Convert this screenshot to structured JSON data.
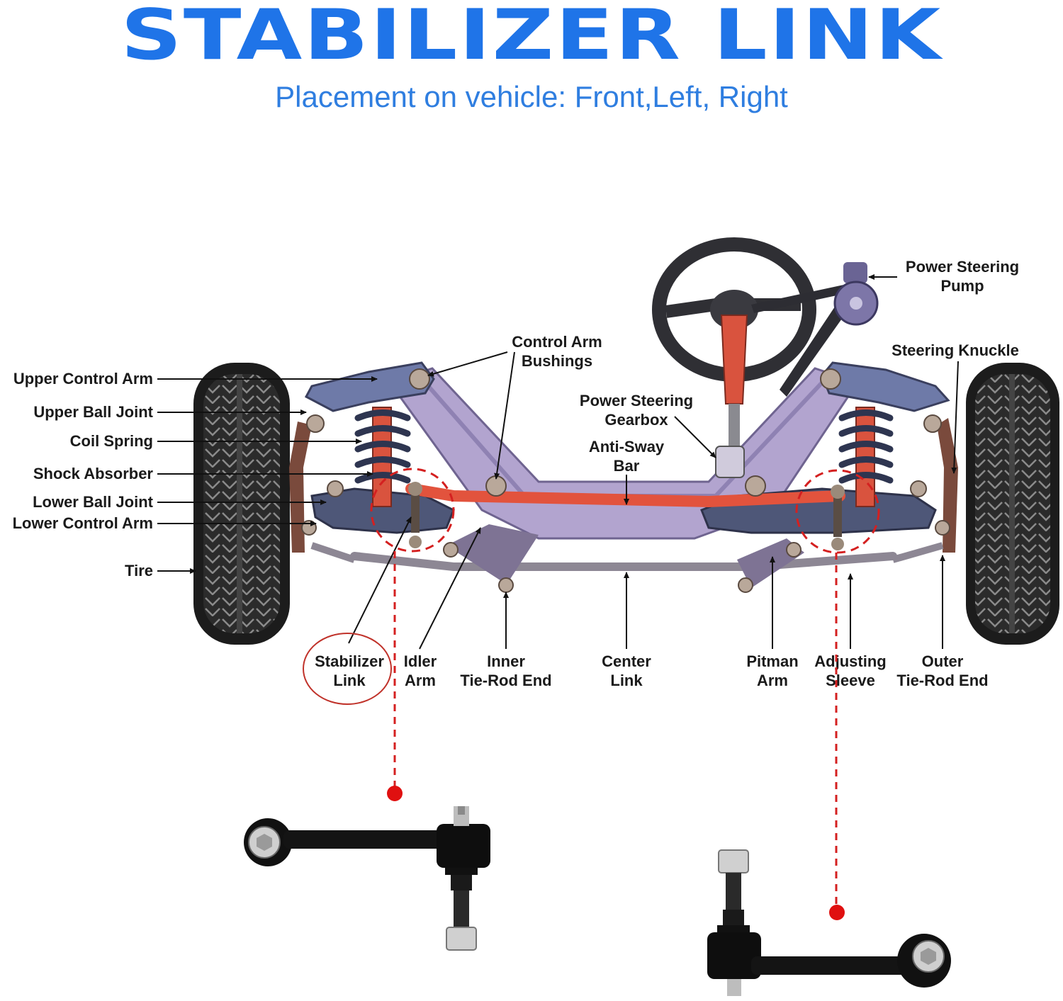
{
  "title": "STABILIZER LINK",
  "subtitle": "Placement on vehicle:  Front,Left, Right",
  "colors": {
    "title": "#1f74e8",
    "subtitle": "#2f7ee0",
    "highlight": "#d42020",
    "frame": "#a898c4",
    "sway_bar": "#e2533d",
    "tire": "#2a2a2a"
  },
  "labels": {
    "upper_control_arm": "Upper Control Arm",
    "upper_ball_joint": "Upper Ball Joint",
    "coil_spring": "Coil Spring",
    "shock_absorber": "Shock Absorber",
    "lower_ball_joint": "Lower Ball Joint",
    "lower_control_arm": "Lower Control Arm",
    "tire": "Tire",
    "control_arm_bushings": [
      "Control Arm",
      "Bushings"
    ],
    "power_steering_gearbox": [
      "Power Steering",
      "Gearbox"
    ],
    "anti_sway_bar": [
      "Anti-Sway",
      "Bar"
    ],
    "power_steering_pump": [
      "Power Steering",
      "Pump"
    ],
    "steering_knuckle": "Steering Knuckle",
    "stabilizer_link": [
      "Stabilizer",
      "Link"
    ],
    "idler_arm": [
      "Idler",
      "Arm"
    ],
    "inner_tie_rod_end": [
      "Inner",
      "Tie-Rod End"
    ],
    "center_link": [
      "Center",
      "Link"
    ],
    "pitman_arm": [
      "Pitman",
      "Arm"
    ],
    "adjusting_sleeve": [
      "Adjusting",
      "Sleeve"
    ],
    "outer_tie_rod_end": [
      "Outer",
      "Tie-Rod End"
    ]
  },
  "icons": [
    "steering-wheel-icon",
    "tire-icon",
    "coil-spring-icon",
    "stabilizer-link-part-icon"
  ]
}
